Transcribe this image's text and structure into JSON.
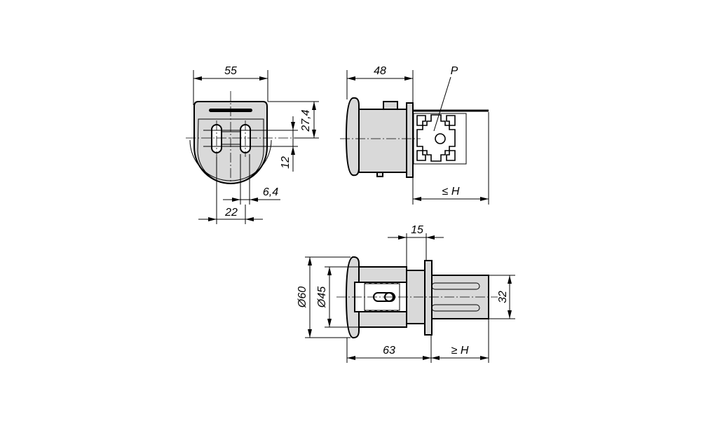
{
  "front_view": {
    "width": "55",
    "height_offset": "27,4",
    "slot_length": "12",
    "slot_width": "6,4",
    "slot_spacing": "22"
  },
  "side_view": {
    "length": "48",
    "profile_label": "P",
    "max_height": "≤ H"
  },
  "section_view": {
    "flange_offset": "15",
    "cap_diameter": "Ø60",
    "body_diameter": "Ø45",
    "rod_width": "32",
    "total_length": "63",
    "min_height": "≥ H"
  }
}
